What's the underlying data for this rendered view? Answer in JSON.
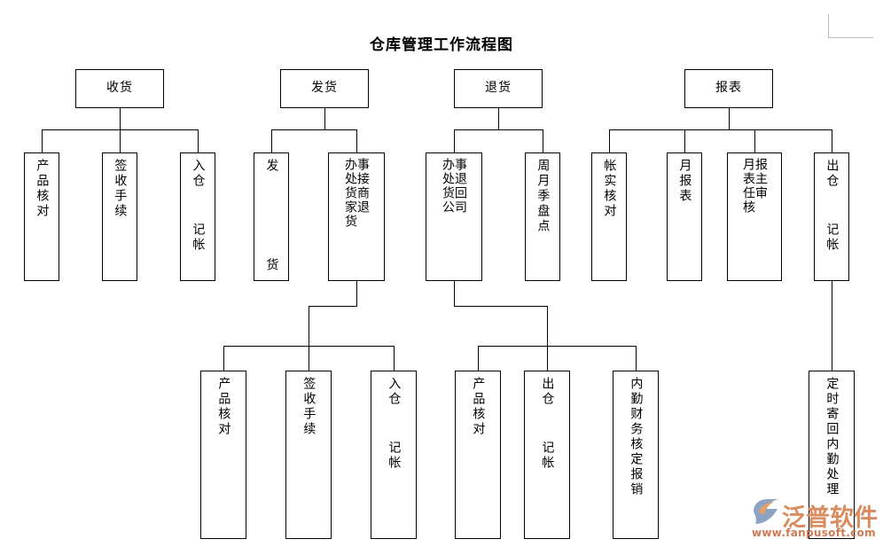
{
  "page": {
    "title": "仓库管理工作流程图",
    "corner_mark": "page-corner-rule"
  },
  "watermark": {
    "brand": "泛普软件",
    "url": "www.fanpusoft.com",
    "brand_color": "#d98c5f",
    "url_color": "#cf7a54"
  },
  "chart_data": {
    "type": "diagram",
    "subtype": "org-tree-flowchart",
    "title": "仓库管理工作流程图",
    "orientation": "top-down",
    "node_text_direction": "vertical-rl",
    "nodes": [
      {
        "id": "n1",
        "label": "收货",
        "level": 1,
        "parent": null
      },
      {
        "id": "n2",
        "label": "发货",
        "level": 1,
        "parent": null
      },
      {
        "id": "n3",
        "label": "退货",
        "level": 1,
        "parent": null
      },
      {
        "id": "n4",
        "label": "报表",
        "level": 1,
        "parent": null
      },
      {
        "id": "n11",
        "label": "产品核对",
        "level": 2,
        "parent": "n1"
      },
      {
        "id": "n12",
        "label": "签收手续",
        "level": 2,
        "parent": "n1"
      },
      {
        "id": "n13",
        "label": "入仓  记帐",
        "level": 2,
        "parent": "n1"
      },
      {
        "id": "n21",
        "label": "发     货",
        "level": 2,
        "parent": "n2"
      },
      {
        "id": "n22",
        "label": "办事处接商家退货",
        "level": 2,
        "parent": "n2",
        "columns": [
          "事接商退",
          "办处货家货"
        ]
      },
      {
        "id": "n31",
        "label": "办事处退回公司货",
        "level": 2,
        "parent": "n3",
        "columns": [
          "事退回司",
          "办处货公"
        ]
      },
      {
        "id": "n32",
        "label": "周月季盘点",
        "level": 2,
        "parent": "n3"
      },
      {
        "id": "n41",
        "label": "帐实核对",
        "level": 2,
        "parent": "n4"
      },
      {
        "id": "n42",
        "label": "月报表",
        "level": 2,
        "parent": "n4"
      },
      {
        "id": "n43",
        "label": "主审报表月表任核",
        "level": 2,
        "parent": "n4",
        "columns": [
          "报主审",
          "月表任核"
        ]
      },
      {
        "id": "n44",
        "label": "出仓  记帐",
        "level": 2,
        "parent": "n4"
      },
      {
        "id": "n221",
        "label": "产品核对",
        "level": 3,
        "parent": "n22"
      },
      {
        "id": "n222",
        "label": "签收手续",
        "level": 3,
        "parent": "n22"
      },
      {
        "id": "n223",
        "label": "入仓  记帐",
        "level": 3,
        "parent": "n22"
      },
      {
        "id": "n311",
        "label": "产品核对",
        "level": 3,
        "parent": "n31"
      },
      {
        "id": "n312",
        "label": "出仓  记帐",
        "level": 3,
        "parent": "n31"
      },
      {
        "id": "n313",
        "label": "内勤财务核定报销",
        "level": 3,
        "parent": "n31"
      },
      {
        "id": "n441",
        "label": "定时寄回内勤处理",
        "level": 3,
        "parent": "n44"
      }
    ],
    "edges": [
      {
        "from": "n1",
        "to": "n11"
      },
      {
        "from": "n1",
        "to": "n12"
      },
      {
        "from": "n1",
        "to": "n13"
      },
      {
        "from": "n2",
        "to": "n21"
      },
      {
        "from": "n2",
        "to": "n22"
      },
      {
        "from": "n3",
        "to": "n31"
      },
      {
        "from": "n3",
        "to": "n32"
      },
      {
        "from": "n4",
        "to": "n41"
      },
      {
        "from": "n4",
        "to": "n42"
      },
      {
        "from": "n4",
        "to": "n43"
      },
      {
        "from": "n4",
        "to": "n44"
      },
      {
        "from": "n22",
        "to": "n221"
      },
      {
        "from": "n22",
        "to": "n222"
      },
      {
        "from": "n22",
        "to": "n223"
      },
      {
        "from": "n31",
        "to": "n311"
      },
      {
        "from": "n31",
        "to": "n312"
      },
      {
        "from": "n31",
        "to": "n313"
      },
      {
        "from": "n44",
        "to": "n441"
      }
    ],
    "colors": {
      "stroke": "#000000",
      "fill": "#ffffff",
      "text": "#000000"
    }
  }
}
